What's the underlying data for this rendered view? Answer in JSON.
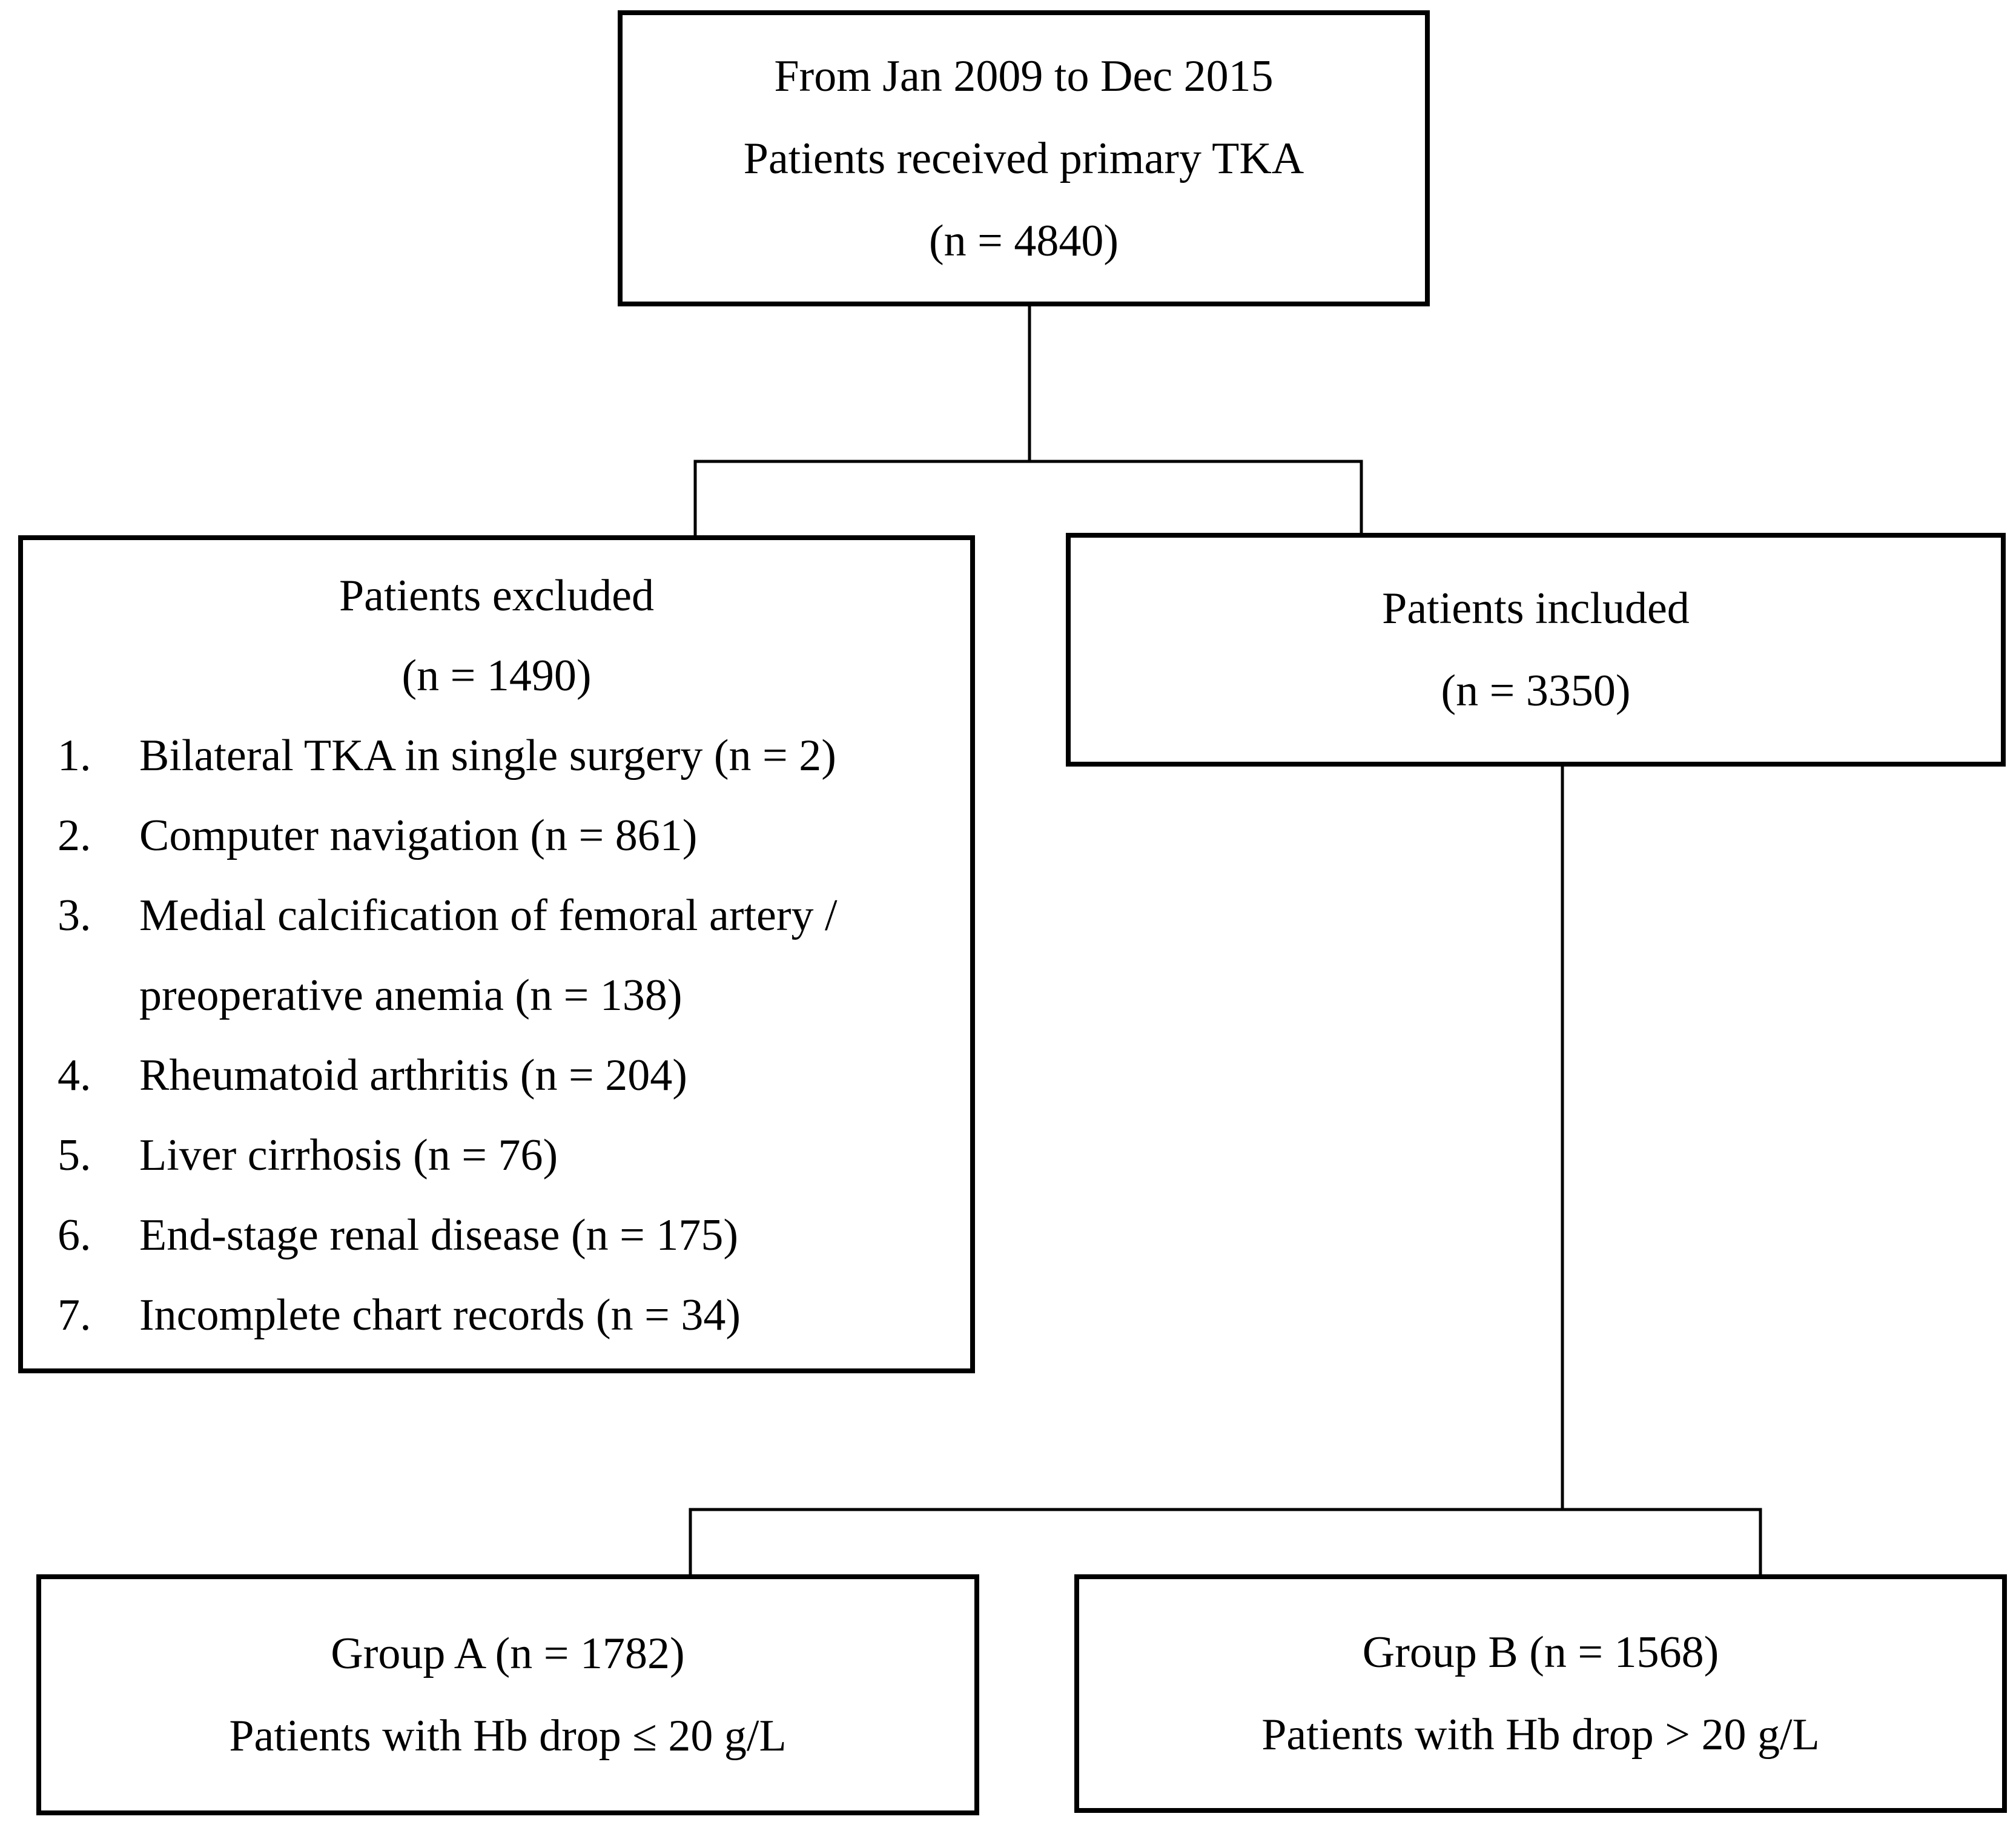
{
  "colors": {
    "background": "#ffffff",
    "ink": "#000000"
  },
  "flowchart": {
    "top_box": {
      "lines": [
        "From Jan 2009 to Dec 2015",
        "Patients received primary TKA",
        "(n = 4840)"
      ]
    },
    "excluded_box": {
      "title": "Patients excluded",
      "count": "(n = 1490)",
      "items": [
        {
          "num": "1.",
          "lines": [
            "Bilateral TKA in single surgery (n = 2)"
          ]
        },
        {
          "num": "2.",
          "lines": [
            "Computer navigation (n = 861)"
          ]
        },
        {
          "num": "3.",
          "lines": [
            "Medial calcification of femoral artery /",
            "preoperative anemia (n = 138)"
          ]
        },
        {
          "num": "4.",
          "lines": [
            "Rheumatoid arthritis (n = 204)"
          ]
        },
        {
          "num": "5.",
          "lines": [
            "Liver cirrhosis (n = 76)"
          ]
        },
        {
          "num": "6.",
          "lines": [
            "End-stage renal disease (n = 175)"
          ]
        },
        {
          "num": "7.",
          "lines": [
            "Incomplete chart records (n = 34)"
          ]
        }
      ]
    },
    "included_box": {
      "title": "Patients included",
      "count": "(n = 3350)"
    },
    "group_a_box": {
      "title": "Group A (n = 1782)",
      "subtitle": "Patients with Hb drop ≤ 20 g/L"
    },
    "group_b_box": {
      "title": "Group B (n = 1568)",
      "subtitle": "Patients with Hb drop > 20 g/L"
    }
  }
}
